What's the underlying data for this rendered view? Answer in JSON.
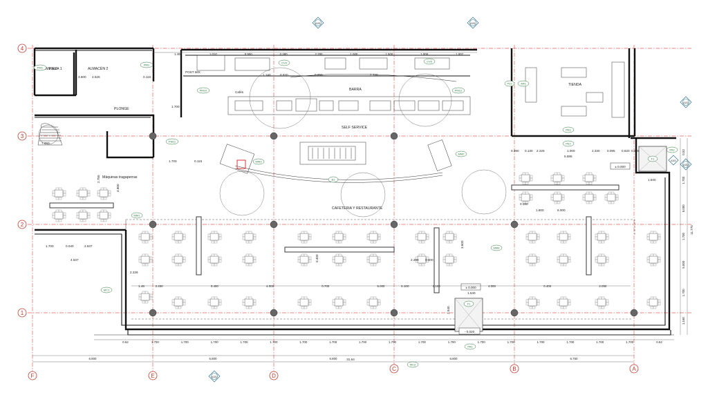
{
  "grid": {
    "rows": [
      "4",
      "3",
      "2",
      "1"
    ],
    "cols": [
      "F",
      "E",
      "D",
      "C",
      "B",
      "A"
    ]
  },
  "rooms": {
    "limpieza": "LIMPIEZA 1",
    "almacen": "ALMACÉN 2",
    "plonge": "PLONGE",
    "post_mix": "POST MIX",
    "cafes": "Cafés",
    "barra": "BARRA",
    "tienda": "TIENDA",
    "self_service": "SELF SERVICE",
    "maquinas": "Máquinas tragaperras",
    "cafeteria": "CAFETERIA Y RESTAURANTE"
  },
  "tags": {
    "pm1a": "PM1",
    "pm1b": "PM1",
    "pm9": "PM9",
    "pm10": "PM10",
    "pm11": "PM11",
    "pm12": "PM12",
    "cv4": "CV4",
    "cv5": "CV5",
    "p23": "P23",
    "ar1": "AR1",
    "pe1": "PE1",
    "pe2": "PE2",
    "mm1": "MM1",
    "mm2": "MM2",
    "mm3": "MM3",
    "mm4": "MM4",
    "mc1": "MC1",
    "mc2": "MC2",
    "b1": "B1",
    "f1a": "F1",
    "f1b": "F1",
    "pa1": "PA1",
    "pa2": "PA2"
  },
  "levels": {
    "top": "± 0.000",
    "mid": "± 0.000",
    "bottom": "- 0.020"
  },
  "dims_bottom": [
    "0.52",
    "1.700",
    "1.700",
    "1.700",
    "1.700",
    "1.700",
    "1.700",
    "1.700",
    "1.700",
    "1.700",
    "1.700",
    "1.700",
    "1.700",
    "1.700",
    "1.700",
    "1.700",
    "1.700",
    "1.700",
    "0.52"
  ],
  "dims_axes": [
    "6.800",
    "6.800",
    "6.800",
    "6.800",
    "6.750"
  ],
  "dims_total": "31.64",
  "dims_top": [
    "1.400",
    "1.010",
    "0.950",
    "0.380",
    "2.780",
    "1.000",
    "1.500",
    "1.000",
    "1.007"
  ],
  "dims_mid_row": [
    "2.400",
    "0.400",
    "4.000",
    "0.700",
    "6.000",
    "0.100",
    "4.000",
    "0.400",
    "2.050"
  ],
  "dims_right": [
    "0.52",
    "1.700",
    "5.000",
    "1.700",
    "5.000",
    "1.700",
    "1.160"
  ],
  "dims_misc": {
    "a": "1.700",
    "b": "0.115",
    "c": "7.050",
    "d": "4.537",
    "e": "1.700",
    "f": "0.040",
    "g": "2.637",
    "h": "5.685",
    "i": "2.330",
    "j": "0.095",
    "k": "0.620",
    "l": "0.395",
    "m": "1.540",
    "n": "1.940",
    "o": "6.000",
    "p": "0.150",
    "q": "2.250",
    "r": "0.400",
    "s": "3.600",
    "t": "1.540",
    "u": "2.000",
    "v": "1.800",
    "w": "1.46",
    "x": "0.390",
    "y": "0.130",
    "z": "2.225",
    "aa": "1.000",
    "ab": "2.226",
    "ac": "4.525",
    "ad": "0.115",
    "ae": "1.140",
    "af": "0.920",
    "ag": "0.050",
    "ah": "2.730",
    "ai": "3.500",
    "aj": "0.100",
    "ak": "11.770",
    "al": "1.700",
    "am": "2.755",
    "an": "4.800",
    "ao": "0.400"
  },
  "section_marks": [
    "A101",
    "A101",
    "A102",
    "A102",
    "A101",
    "A103"
  ]
}
